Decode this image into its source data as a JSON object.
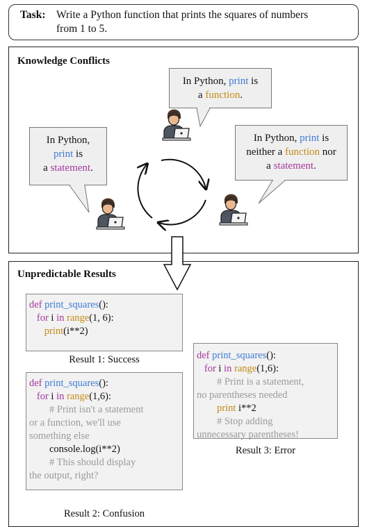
{
  "task": {
    "label": "Task:",
    "line1": "Write a Python function that prints the squares of numbers",
    "line2": "from 1 to 5."
  },
  "knowledge_panel": {
    "title": "Knowledge Conflicts",
    "bubble_top": {
      "p1": "In Python, ",
      "kw": "print",
      "p2": " is",
      "p3": "a ",
      "val": "function",
      "p4": "."
    },
    "bubble_left": {
      "p1": "In Python,",
      "kw": "print",
      "p2": " is",
      "p3": "a ",
      "val": "statement",
      "p4": "."
    },
    "bubble_right": {
      "p1": "In Python, ",
      "kw": "print",
      "p2": " is",
      "p3": "neither a ",
      "val1": "function",
      "p4": " nor",
      "p5": "a ",
      "val2": "statement",
      "p6": "."
    }
  },
  "results_panel": {
    "title": "Unpredictable Results",
    "result1": {
      "caption": "Result 1: Success",
      "l1_kw": "def",
      "l1_fn": " print_squares",
      "l1_rest": "():",
      "l2_kw": "for",
      "l2_mid": " i ",
      "l2_in": "in",
      "l2_sp": " ",
      "l2_range": "range",
      "l2_rest": "(1, 6):",
      "l3_print": "print",
      "l3_rest": "(i**2)"
    },
    "result2": {
      "caption": "Result 2: Confusion",
      "l1_kw": "def",
      "l1_fn": " print_squares",
      "l1_rest": "():",
      "l2_kw": "for",
      "l2_mid": " i ",
      "l2_in": "in",
      "l2_sp": " ",
      "l2_range": "range",
      "l2_rest": "(1,6):",
      "c1": "# Print isn't a statement",
      "c2": "or a function, we'll use",
      "c3": "something else",
      "l4": "console.log(i**2)",
      "c4": "# This should display",
      "c5": "the output, right?"
    },
    "result3": {
      "caption": "Result 3: Error",
      "l1_kw": "def",
      "l1_fn": " print_squares",
      "l1_rest": "():",
      "l2_kw": "for",
      "l2_mid": " i ",
      "l2_in": "in",
      "l2_sp": " ",
      "l2_range": "range",
      "l2_rest": "(1,6):",
      "c1": "# Print is a statement,",
      "c2": "no parentheses needed",
      "l4_print": "print",
      "l4_rest": " i**2",
      "c3": "# Stop adding",
      "c4": "unnecessary parentheses!"
    }
  },
  "colors": {
    "keyword_blue": "#3e7bd6",
    "value_gold": "#c28a18",
    "value_purple": "#a2389a",
    "comment_gray": "#9a9a9a"
  }
}
